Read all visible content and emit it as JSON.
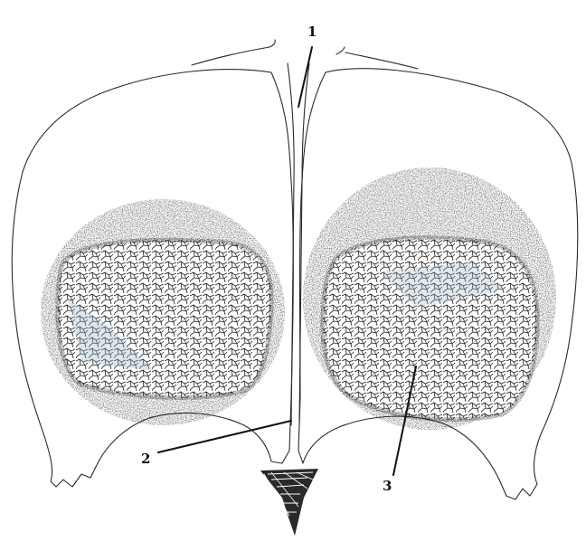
{
  "labels": {
    "label_1": "1",
    "label_2": "2",
    "label_3": "3"
  },
  "colors": {
    "line": "#2a2a2a",
    "stipple": "#1a1a1a",
    "cells": "#222222",
    "tint": "#9fb7c8"
  }
}
